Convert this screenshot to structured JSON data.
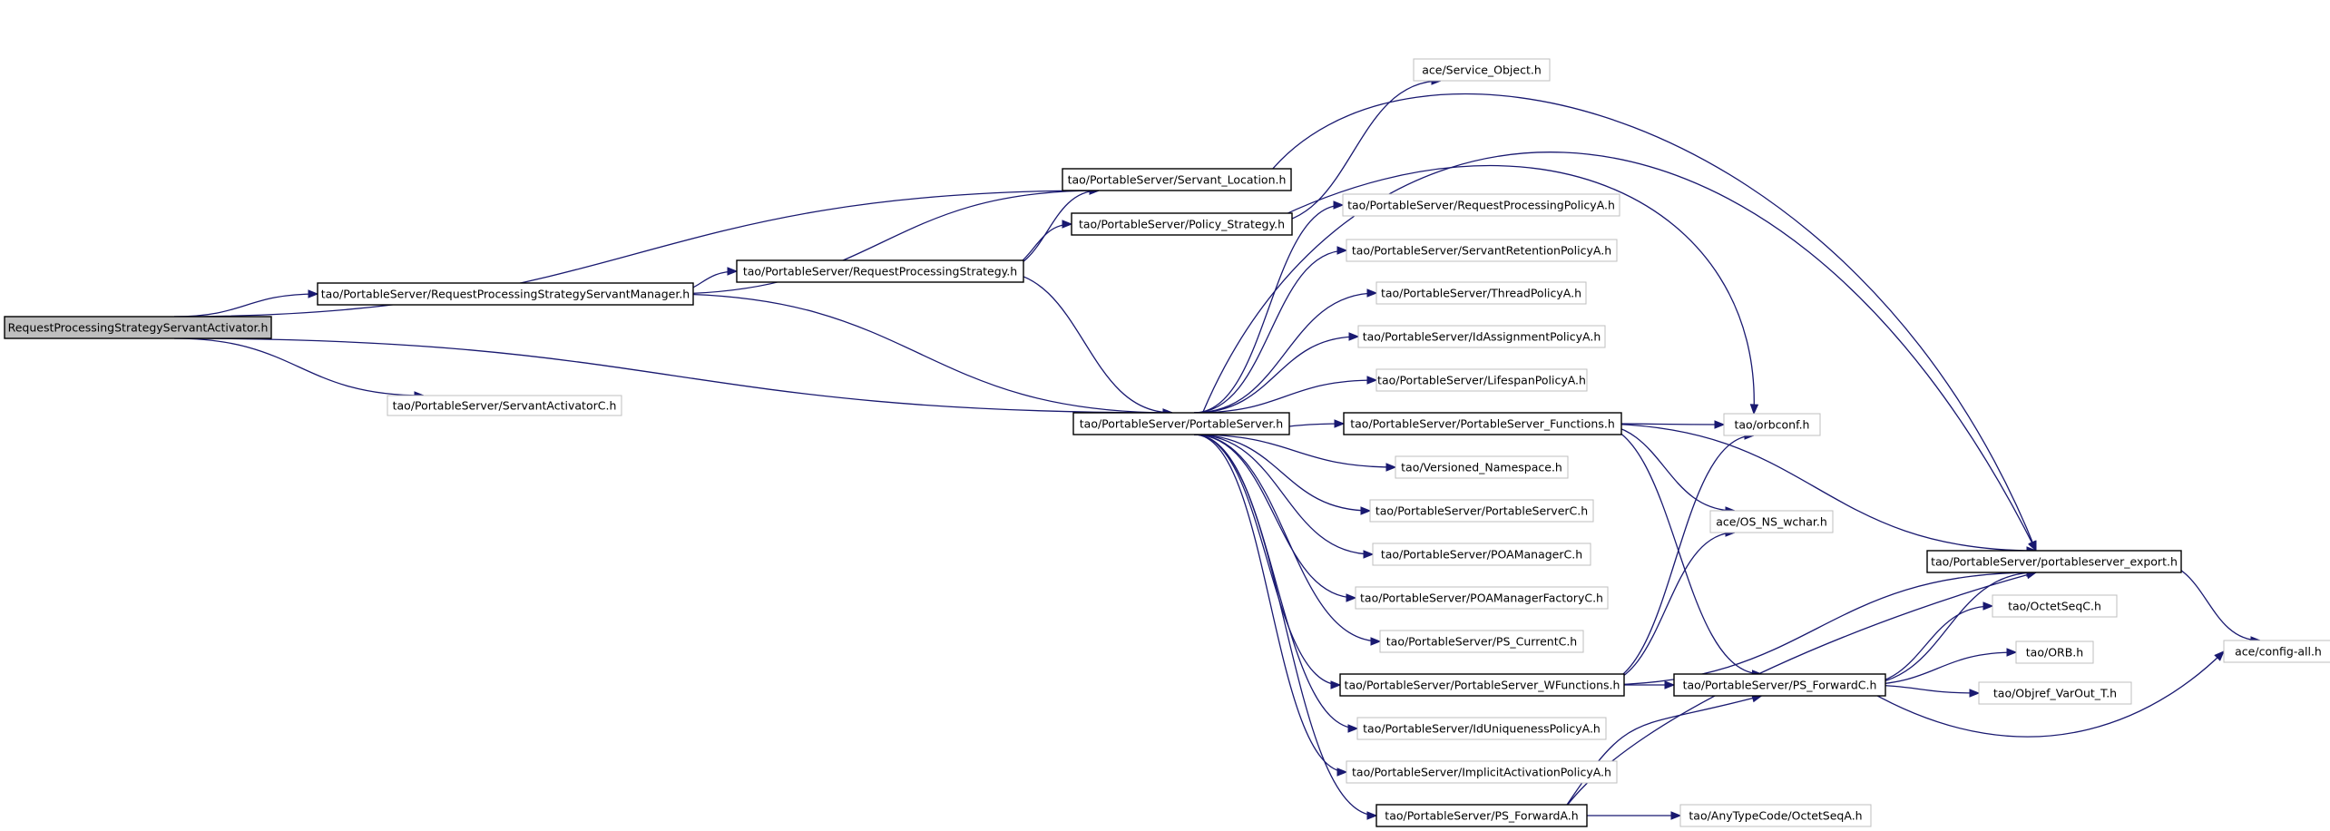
{
  "graph": {
    "nodes": [
      {
        "id": "root",
        "label": "RequestProcessingStrategyServantActivator.h",
        "style": "root"
      },
      {
        "id": "psm",
        "label": "tao/PortableServer/RequestProcessingStrategyServantManager.h",
        "style": "boxed"
      },
      {
        "id": "sac",
        "label": "tao/PortableServer/ServantActivatorC.h",
        "style": "grey"
      },
      {
        "id": "rps",
        "label": "tao/PortableServer/RequestProcessingStrategy.h",
        "style": "boxed"
      },
      {
        "id": "sl",
        "label": "tao/PortableServer/Servant_Location.h",
        "style": "boxed"
      },
      {
        "id": "pol",
        "label": "tao/PortableServer/Policy_Strategy.h",
        "style": "boxed"
      },
      {
        "id": "ps",
        "label": "tao/PortableServer/PortableServer.h",
        "style": "boxed"
      },
      {
        "id": "so",
        "label": "ace/Service_Object.h",
        "style": "grey"
      },
      {
        "id": "rpp",
        "label": "tao/PortableServer/RequestProcessingPolicyA.h",
        "style": "grey"
      },
      {
        "id": "srp",
        "label": "tao/PortableServer/ServantRetentionPolicyA.h",
        "style": "grey"
      },
      {
        "id": "tp",
        "label": "tao/PortableServer/ThreadPolicyA.h",
        "style": "grey"
      },
      {
        "id": "iap",
        "label": "tao/PortableServer/IdAssignmentPolicyA.h",
        "style": "grey"
      },
      {
        "id": "lsp",
        "label": "tao/PortableServer/LifespanPolicyA.h",
        "style": "grey"
      },
      {
        "id": "psf",
        "label": "tao/PortableServer/PortableServer_Functions.h",
        "style": "boxed"
      },
      {
        "id": "vns",
        "label": "tao/Versioned_Namespace.h",
        "style": "grey"
      },
      {
        "id": "psc",
        "label": "tao/PortableServer/PortableServerC.h",
        "style": "grey"
      },
      {
        "id": "pmc",
        "label": "tao/PortableServer/POAManagerC.h",
        "style": "grey"
      },
      {
        "id": "pmfc",
        "label": "tao/PortableServer/POAManagerFactoryC.h",
        "style": "grey"
      },
      {
        "id": "pscur",
        "label": "tao/PortableServer/PS_CurrentC.h",
        "style": "grey"
      },
      {
        "id": "pswf",
        "label": "tao/PortableServer/PortableServer_WFunctions.h",
        "style": "boxed"
      },
      {
        "id": "iup",
        "label": "tao/PortableServer/IdUniquenessPolicyA.h",
        "style": "grey"
      },
      {
        "id": "iactp",
        "label": "tao/PortableServer/ImplicitActivationPolicyA.h",
        "style": "grey"
      },
      {
        "id": "psfa",
        "label": "tao/PortableServer/PS_ForwardA.h",
        "style": "boxed"
      },
      {
        "id": "orbconf",
        "label": "tao/orbconf.h",
        "style": "grey"
      },
      {
        "id": "osnsw",
        "label": "ace/OS_NS_wchar.h",
        "style": "grey"
      },
      {
        "id": "psfc",
        "label": "tao/PortableServer/PS_ForwardC.h",
        "style": "boxed"
      },
      {
        "id": "atcos",
        "label": "tao/AnyTypeCode/OctetSeqA.h",
        "style": "grey"
      },
      {
        "id": "pse",
        "label": "tao/PortableServer/portableserver_export.h",
        "style": "boxed"
      },
      {
        "id": "osc",
        "label": "tao/OctetSeqC.h",
        "style": "grey"
      },
      {
        "id": "orb",
        "label": "tao/ORB.h",
        "style": "grey"
      },
      {
        "id": "ovt",
        "label": "tao/Objref_VarOut_T.h",
        "style": "grey"
      },
      {
        "id": "cfg",
        "label": "ace/config-all.h",
        "style": "grey"
      }
    ],
    "edges": [
      [
        "root",
        "sl"
      ],
      [
        "root",
        "psm"
      ],
      [
        "root",
        "ps"
      ],
      [
        "root",
        "sac"
      ],
      [
        "psm",
        "sl"
      ],
      [
        "psm",
        "rps"
      ],
      [
        "psm",
        "ps"
      ],
      [
        "rps",
        "sl"
      ],
      [
        "rps",
        "pol"
      ],
      [
        "rps",
        "ps"
      ],
      [
        "sl",
        "pse"
      ],
      [
        "pol",
        "so"
      ],
      [
        "pol",
        "orbconf"
      ],
      [
        "ps",
        "pse"
      ],
      [
        "ps",
        "rpp"
      ],
      [
        "ps",
        "srp"
      ],
      [
        "ps",
        "tp"
      ],
      [
        "ps",
        "iap"
      ],
      [
        "ps",
        "lsp"
      ],
      [
        "ps",
        "psf"
      ],
      [
        "ps",
        "vns"
      ],
      [
        "ps",
        "psc"
      ],
      [
        "ps",
        "pmc"
      ],
      [
        "ps",
        "pmfc"
      ],
      [
        "ps",
        "pscur"
      ],
      [
        "ps",
        "pswf"
      ],
      [
        "ps",
        "iup"
      ],
      [
        "ps",
        "iactp"
      ],
      [
        "ps",
        "psfa"
      ],
      [
        "psf",
        "orbconf"
      ],
      [
        "psf",
        "osnsw"
      ],
      [
        "psf",
        "pse"
      ],
      [
        "psf",
        "psfc"
      ],
      [
        "pswf",
        "orbconf"
      ],
      [
        "pswf",
        "osnsw"
      ],
      [
        "pswf",
        "pse"
      ],
      [
        "pswf",
        "psfc"
      ],
      [
        "psfa",
        "psfc"
      ],
      [
        "psfa",
        "pse"
      ],
      [
        "psfa",
        "atcos"
      ],
      [
        "psfc",
        "pse"
      ],
      [
        "psfc",
        "osc"
      ],
      [
        "psfc",
        "orb"
      ],
      [
        "psfc",
        "ovt"
      ],
      [
        "psfc",
        "cfg"
      ],
      [
        "pse",
        "cfg"
      ]
    ]
  }
}
